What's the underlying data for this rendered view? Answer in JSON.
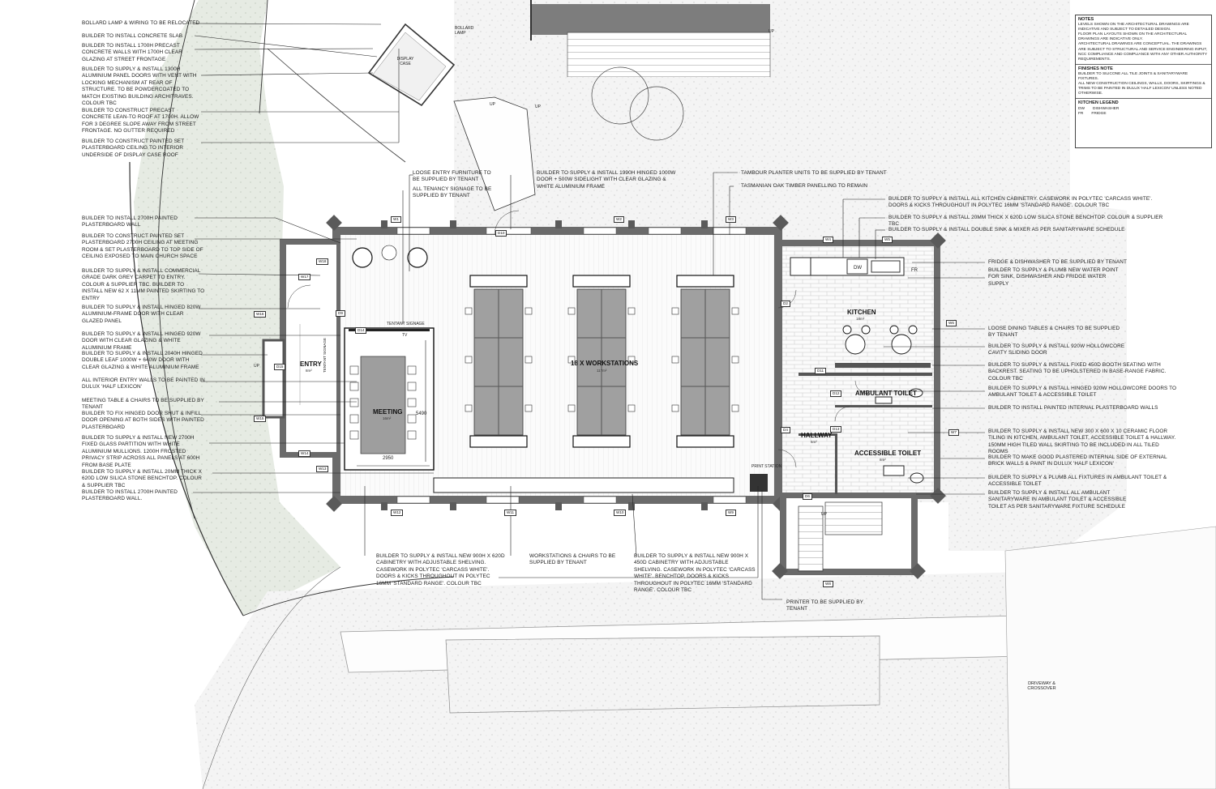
{
  "left_notes": [
    "BOLLARD LAMP & WIRING TO BE RELOCATED",
    "BUILDER TO INSTALL CONCRETE SLAB",
    "BUILDER TO INSTALL 1700H PRECAST CONCRETE WALLS WITH 1700H CLEAR GLAZING AT STREET FRONTAGE",
    "BUILDER TO SUPPLY & INSTALL 1300H ALUMINIUM PANEL DOORS WITH VENT WITH LOCKING MECHANISM AT REAR OF STRUCTURE. TO BE POWDERCOATED TO MATCH EXISTING BUILDING ARCHITRAVES. COLOUR TBC",
    "BUILDER TO CONSTRUCT PRECAST CONCRETE LEAN-TO ROOF AT 1700H. ALLOW FOR 3 DEGREE SLOPE AWAY FROM STREET FRONTAGE. NO GUTTER REQUIRED",
    "BUILDER TO CONSTRUCT PAINTED SET PLASTERBOARD CEILING TO INTERIOR UNDERSIDE OF DISPLAY CASE ROOF",
    "BUILDER TO INSTALL 2700H PAINTED PLASTERBOARD WALL",
    "BUILDER TO CONSTRUCT PAINTED SET PLASTERBOARD 2700H CEILING AT MEETING ROOM & SET PLASTERBOARD TO TOP SIDE OF CEILING EXPOSED TO MAIN CHURCH SPACE",
    "BUILDER TO SUPPLY & INSTALL COMMERCIAL GRADE DARK GREY CARPET TO ENTRY. COLOUR & SUPPLIER TBC. BUILDER TO INSTALL NEW 62 X 11MM PAINTED SKIRTING TO ENTRY",
    "BUILDER TO SUPPLY & INSTALL HINGED 820W ALUMINIUM-FRAME DOOR WITH CLEAR GLAZED PANEL",
    "BUILDER TO SUPPLY & INSTALL HINGED 920W DOOR WITH CLEAR GLAZING & WHITE ALUMINIUM FRAME",
    "BUILDER TO SUPPLY & INSTALL 2040H HINGED DOUBLE LEAF 1000W + 640W DOOR WITH CLEAR GLAZING & WHITE ALUMINIUM FRAME",
    "ALL INTERIOR ENTRY WALLS TO BE PAINTED IN DULUX 'HALF LEXICON'",
    "MEETING TABLE & CHAIRS TO BE SUPPLIED BY TENANT",
    "BUILDER TO FIX HINGED DOOR SHUT & INFILL DOOR OPENING AT BOTH SIDES WITH PAINTED PLASTERBOARD",
    "BUILDER TO SUPPLY & INSTALL NEW 2700H FIXED GLASS PARTITION WITH WHITE ALUMINIUM MULLIONS. 1200H FROSTED PRIVACY STRIP ACROSS ALL PANELS AT 600H FROM BASE PLATE",
    "BUILDER TO SUPPLY & INSTALL 20MM THICK X 620D LOW SILICA STONE BENCHTOP. COLOUR & SUPPLIER TBC",
    "BUILDER TO INSTALL 2700H PAINTED PLASTERBOARD WALL."
  ],
  "top_notes": [
    "LOOSE ENTRY FURNITURE TO BE SUPPLIED BY TENANT",
    "ALL TENANCY SIGNAGE TO BE SUPPLIED BY TENANT",
    "BUILDER TO SUPPLY & INSTALL 1990H HINGED 1000W DOOR + 500W SIDELIGHT WITH CLEAR GLAZING & WHITE ALUMINIUM FRAME",
    "TAMBOUR PLANTER UNITS TO BE SUPPLIED BY TENANT",
    "TASMANIAN OAK TIMBER PANELLING TO REMAIN"
  ],
  "right_notes": [
    "BUILDER TO SUPPLY & INSTALL ALL KITCHEN CABINETRY. CASEWORK IN POLYTEC 'CARCASS WHITE'. DOORS & KICKS THROUGHOUT IN POLYTEC 16MM 'STANDARD RANGE'. COLOUR TBC",
    "BUILDER TO SUPPLY & INSTALL 20MM THICK X 620D LOW SILICA STONE BENCHTOP. COLOUR & SUPPLIER TBC",
    "BUILDER TO SUPPLY & INSTALL DOUBLE SINK & MIXER AS PER SANITARYWARE SCHEDULE",
    "FRIDGE & DISHWASHER TO BE SUPPLIED BY TENANT",
    "BUILDER TO SUPPLY & PLUMB NEW WATER POINT FOR SINK, DISHWASHER AND FRIDGE WATER SUPPLY",
    "LOOSE DINING TABLES & CHAIRS TO BE SUPPLIED BY TENANT",
    "BUILDER TO SUPPLY & INSTALL 920W HOLLOWCORE CAVITY SLIDING DOOR",
    "BUILDER TO SUPPLY & INSTALL FIXED 450D BOOTH SEATING WITH BACKREST. SEATING TO BE UPHOLSTERED IN BASE-RANGE FABRIC. COLOUR TBC",
    "BUILDER TO SUPPLY & INSTALL HINGED 920W HOLLOWCORE DOORS TO AMBULANT TOILET & ACCESSIBLE TOILET",
    "BUILDER TO INSTALL PAINTED INTERNAL PLASTERBOARD WALLS",
    "BUILDER TO SUPPLY & INSTALL NEW 300 X 600 X 10 CERAMIC FLOOR TILING IN KITCHEN, AMBULANT TOILET, ACCESSIBLE TOILET & HALLWAY. 150MM HIGH TILED WALL SKIRTING TO BE INCLUDED IN ALL TILED ROOMS",
    "BUILDER TO MAKE GOOD PLASTERED INTERNAL SIDE OF EXTERNAL BRICK WALLS & PAINT IN DULUX 'HALF LEXICON'",
    "BUILDER TO SUPPLY & PLUMB ALL FIXTURES IN AMBULANT TOILET & ACCESSIBLE TOILET",
    "BUILDER TO SUPPLY & INSTALL ALL AMBULANT SANITARYWARE IN AMBULANT TOILET & ACCESSIBLE TOILET AS PER SANITARYWARE FIXTURE SCHEDULE"
  ],
  "bottom_notes": [
    "BUILDER TO SUPPLY & INSTALL NEW 900H X 620D CABINETRY WITH ADJUSTABLE SHELVING. CASEWORK IN POLYTEC 'CARCASS WHITE'. DOORS & KICKS THROUGHOUT IN POLYTEC 16MM 'STANDARD RANGE'. COLOUR TBC",
    "WORKSTATIONS & CHAIRS TO BE SUPPLIED BY TENANT",
    "BUILDER TO SUPPLY & INSTALL NEW 900H X 450D CABINETRY WITH ADJUSTABLE SHELVING. CASEWORK IN POLYTEC 'CARCASS WHITE'. BENCHTOP, DOORS & KICKS THROUGHOUT IN POLYTEC 16MM 'STANDARD RANGE'. COLOUR TBC",
    "PRINTER TO BE SUPPLIED BY TENANT"
  ],
  "rooms": {
    "entry": {
      "name": "ENTRY",
      "area": "8m²"
    },
    "meeting": {
      "name": "MEETING",
      "area": "16m²"
    },
    "workstations": {
      "name": "18 x WORKSTATIONS",
      "area": "117m²"
    },
    "kitchen": {
      "name": "KITCHEN",
      "area": "18m²"
    },
    "ambulant": {
      "name": "AMBULANT TOILET",
      "area": ""
    },
    "hallway": {
      "name": "HALLWAY",
      "area": "6m²"
    },
    "accessible": {
      "name": "ACCESSIBLE TOILET",
      "area": "8m²"
    }
  },
  "small_labels": {
    "bollard_lamp": "BOLLARD LAMP",
    "display_case": "DISPLAY CASE",
    "up": "UP",
    "tenant_signage": "TENTANT SIGNAGE",
    "tv": "TV",
    "print_station": "PRINT STATION",
    "dim_width": "2950",
    "dim_height": "5490",
    "driveway": "DRIVEWAY & CROSSOVER",
    "dw": "DW",
    "fr": "FR"
  },
  "tags": {
    "w1": "W1",
    "w2": "W2",
    "w3": "W3",
    "w4": "W4",
    "w5": "W5",
    "w6": "W6",
    "w7": "W7",
    "w8": "W8",
    "w9": "W9",
    "w10": "W10",
    "w11": "W11",
    "w12": "W12",
    "w13": "W13",
    "w14": "W14",
    "w15": "W15",
    "w16": "W16",
    "w17": "W17",
    "w18": "W18",
    "d1": "D1",
    "d2": "D2",
    "d4": "D4",
    "d6": "D6",
    "d9": "D9",
    "d10": "D10",
    "d11": "D11",
    "d12": "D12",
    "d13": "D13",
    "d14": "D14",
    "d15": "D15"
  },
  "notes_panel": {
    "notes_title": "NOTES",
    "notes_body": [
      "LEVELS SHOWN ON THE ARCHITECTURAL DRAWINGS ARE INDICATIVE AND SUBJECT TO DETAILED DESIGN.",
      "FLOOR PLAN LAYOUTS SHOWN ON THE ARCHITECTURAL DRAWINGS ARE INDICATIVE ONLY.",
      "ARCHITECTURAL DRAWINGS ARE CONCEPTUAL. THE DRAWINGS ARE SUBJECT TO STRUCTURAL AND SERVICE ENGINEERING INPUT, NCC COMPLIANCE AND COMPLIANCE WITH ANY OTHER AUTHORITY REQUIREMENTS."
    ],
    "finishes_title": "FINISHES NOTE",
    "finishes_body": [
      "BUILDER TO SILICONE ALL TILE JOINTS & SANITARYWARE FIXTURES.",
      "ALL NEW CONSTRUCTION CEILINGS, WALLS, DOORS, SKIRTINGS & TRIMS TO BE PAINTED IN DULUX 'HALF LEXICON' UNLESS NOTED OTHERWISE."
    ],
    "legend_title": "KITCHEN LEGEND",
    "legend": [
      {
        "code": "DW",
        "label": "DISHWASHER"
      },
      {
        "code": "FR",
        "label": "FRIDGE"
      }
    ]
  },
  "colors": {
    "wall": "#6b6b6b",
    "wall_dark": "#4a4a4a",
    "desk": "#9e9e9e",
    "landscape": "#e8ece6",
    "paving": "#f3f3f3",
    "tile": "#fafafa",
    "line": "#222222"
  }
}
